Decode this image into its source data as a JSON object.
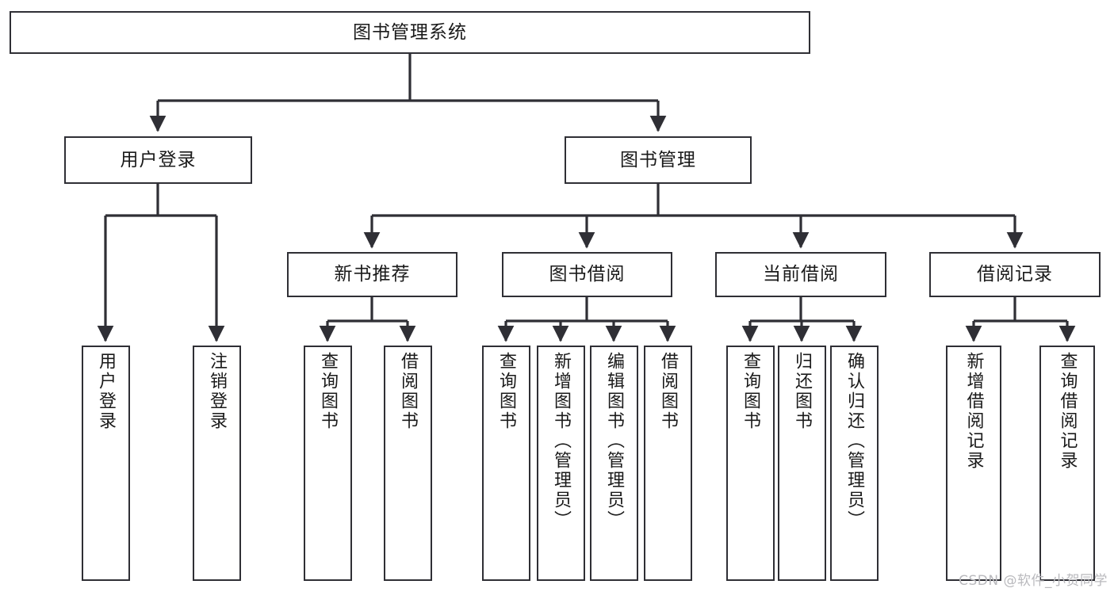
{
  "diagram": {
    "type": "tree-hierarchy-diagram",
    "title": "图书管理系统",
    "background_color": "#ffffff",
    "line_color": "#2f2f35",
    "box_fill": "#ffffff",
    "text_color": "#1a1a1a"
  },
  "root": {
    "label": "图书管理系统"
  },
  "level2": [
    {
      "label": "用户登录"
    },
    {
      "label": "图书管理"
    }
  ],
  "level3": [
    {
      "label": "新书推荐"
    },
    {
      "label": "图书借阅"
    },
    {
      "label": "当前借阅"
    },
    {
      "label": "借阅记录"
    }
  ],
  "leaves": {
    "user_login": [
      {
        "label": "用户登录"
      },
      {
        "label": "注销登录"
      }
    ],
    "new_book_recommend": [
      {
        "label": "查询图书"
      },
      {
        "label": "借阅图书"
      }
    ],
    "book_borrow": [
      {
        "label": "查询图书"
      },
      {
        "label": "新增图书（管理员）"
      },
      {
        "label": "编辑图书（管理员）"
      },
      {
        "label": "借阅图书"
      }
    ],
    "current_borrow": [
      {
        "label": "查询图书"
      },
      {
        "label": "归还图书"
      },
      {
        "label": "确认归还（管理员）"
      }
    ],
    "borrow_record": [
      {
        "label": "新增借阅记录"
      },
      {
        "label": "查询借阅记录"
      }
    ]
  },
  "watermark": {
    "text": "CSDN @软件_小贺同学"
  }
}
